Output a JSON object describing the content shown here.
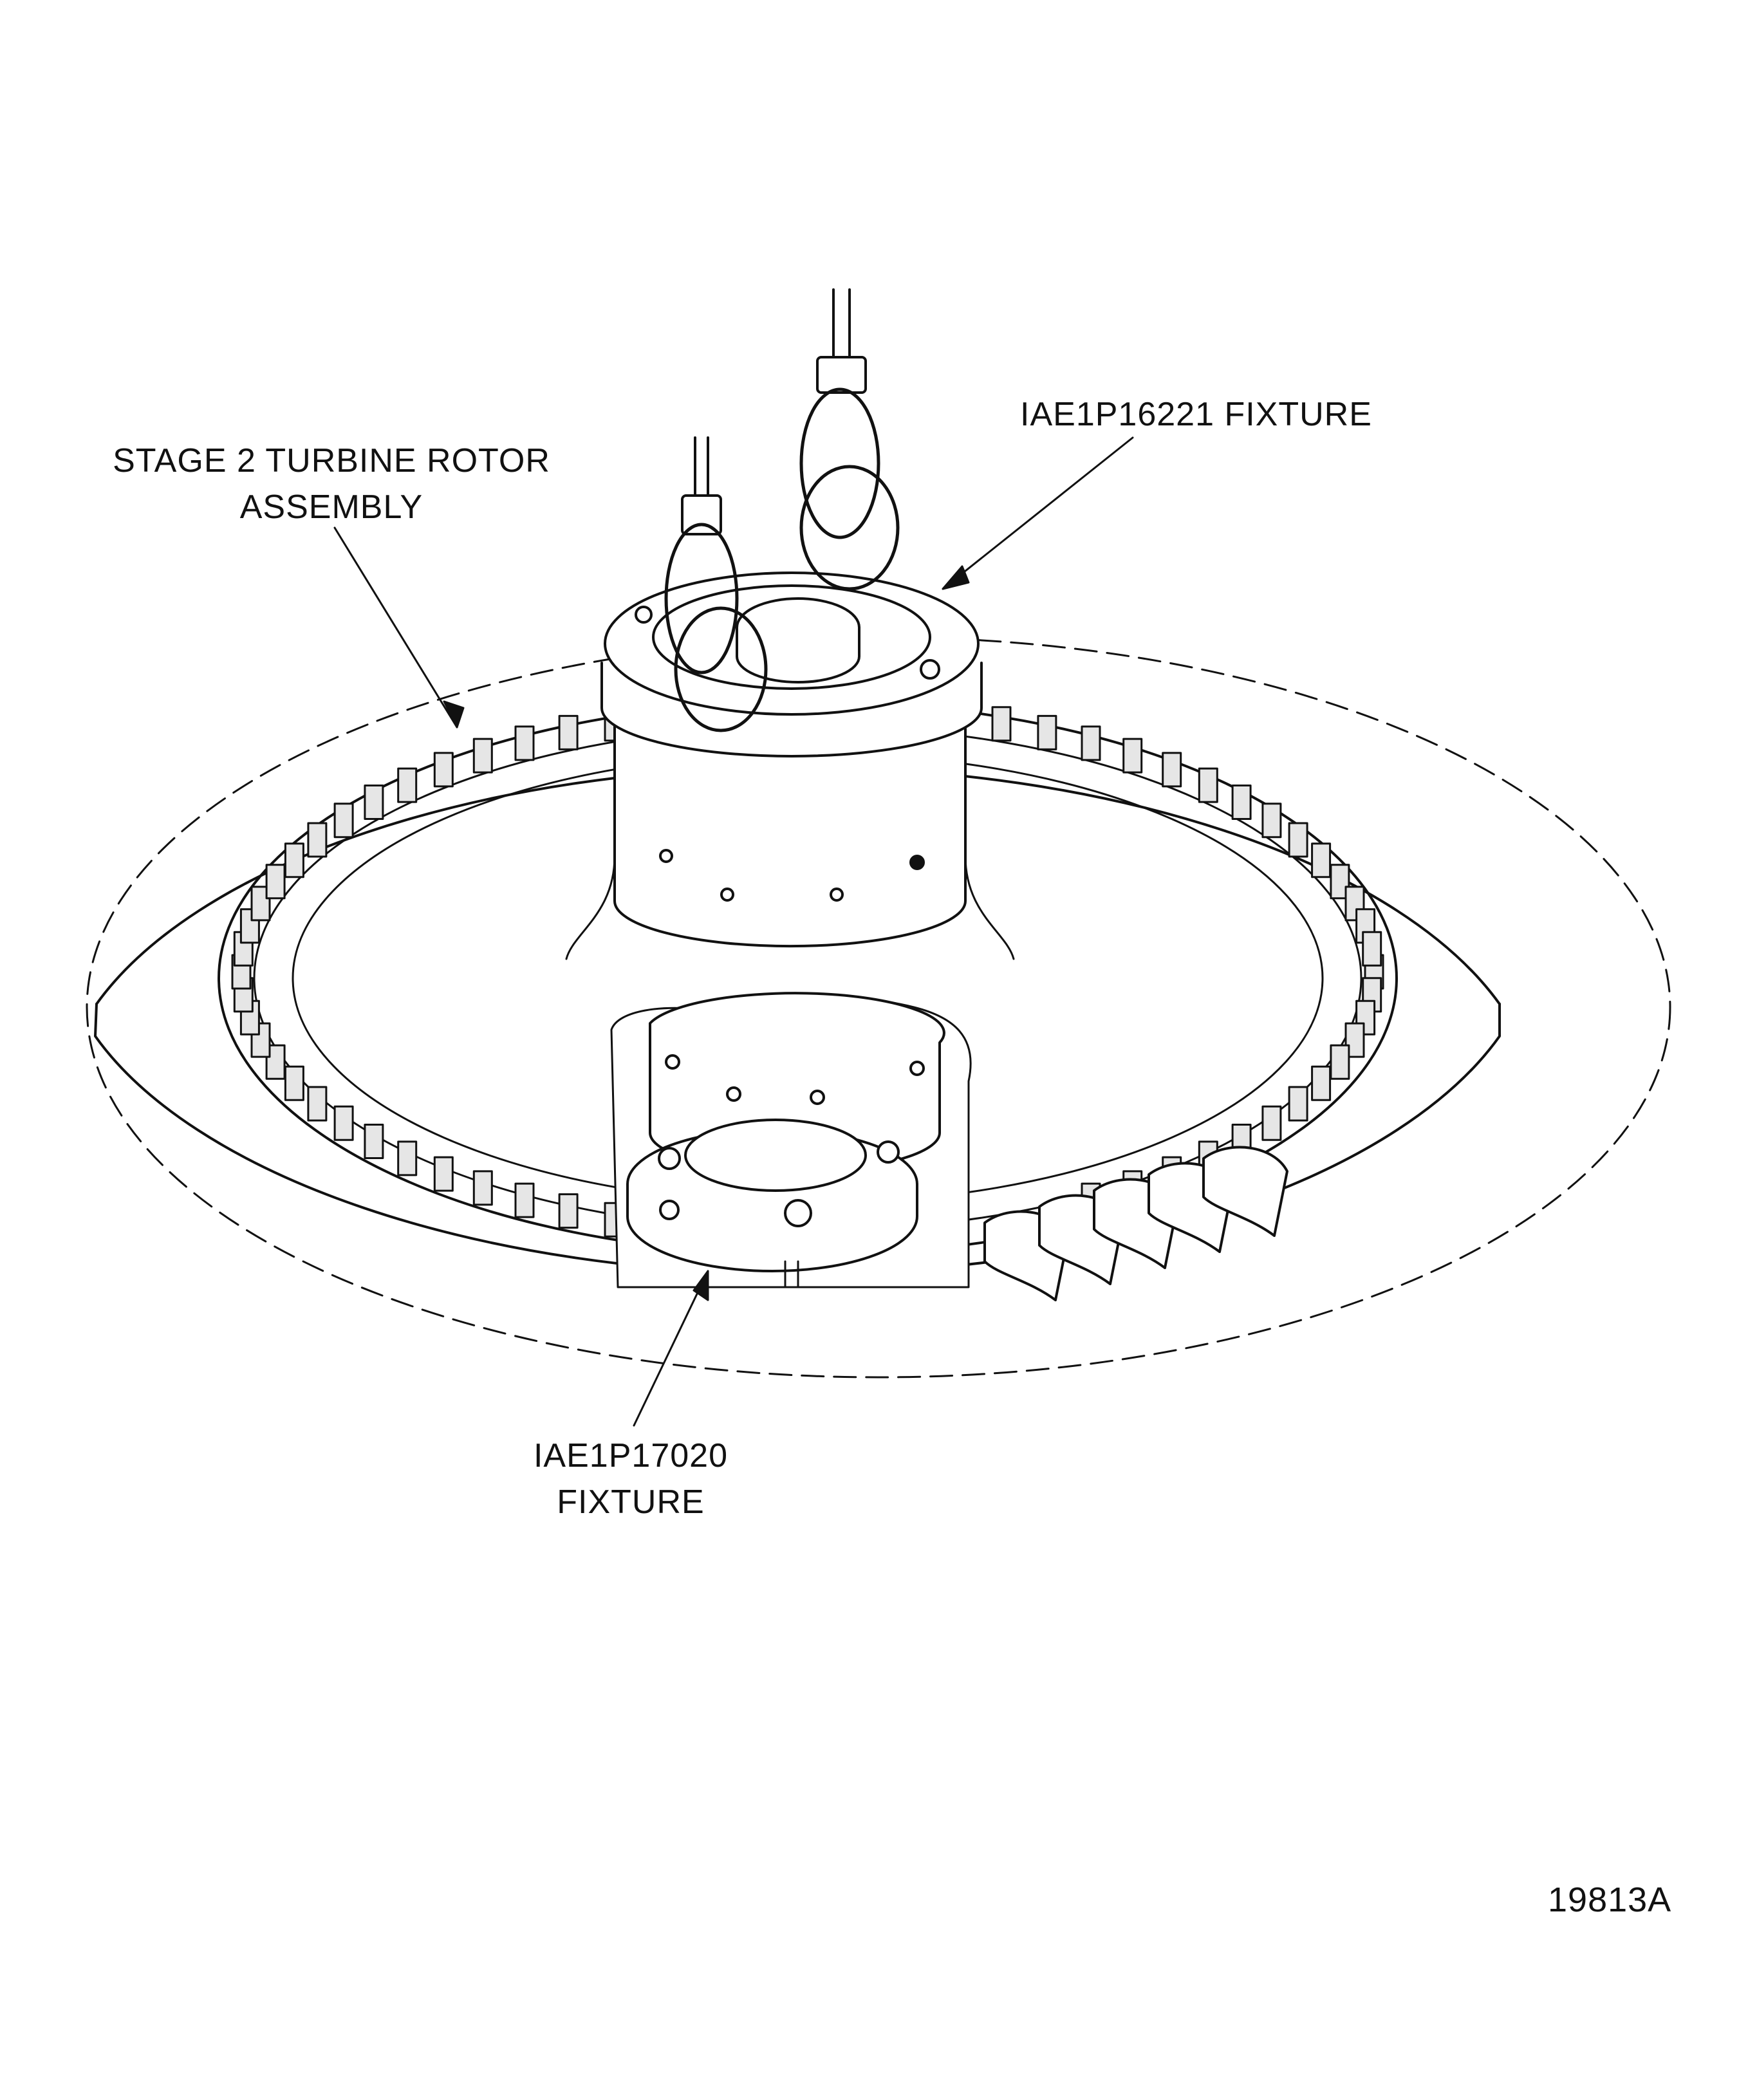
{
  "callouts": {
    "rotor_assembly": {
      "line1": "STAGE 2 TURBINE ROTOR",
      "line2": "ASSEMBLY"
    },
    "top_fixture": "IAE1P16221 FIXTURE",
    "bottom_fixture": {
      "line1": "IAE1P17020",
      "line2": "FIXTURE"
    }
  },
  "figure_number": "19813A",
  "colors": {
    "ink": "#111111",
    "paper": "#ffffff",
    "blade_fill": "#e6e6e6"
  },
  "icons": {
    "hoist_cable": "cable-with-hook",
    "fixture_top": "lifting-fixture",
    "fixture_bottom": "base-fixture",
    "rotor": "turbine-rotor-disk"
  }
}
